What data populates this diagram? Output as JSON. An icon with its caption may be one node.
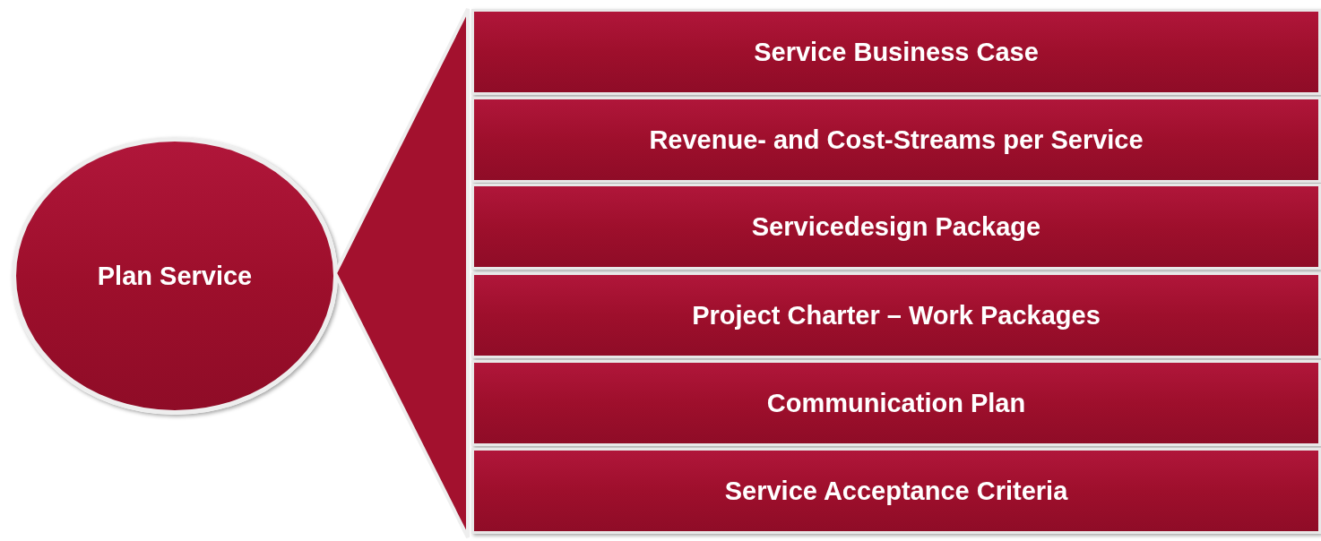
{
  "diagram": {
    "nodes": [
      {
        "text": [
          "Plan Service"
        ]
      },
      {
        "text": [],
        "shape": "funnel"
      },
      {
        "text": [
          "Service Business Case"
        ]
      },
      {
        "text": [
          "Revenue- and Cost-Streams per Service"
        ]
      },
      {
        "text": [
          "Servicedesign Package"
        ]
      },
      {
        "text": [
          "Project Charter – Work Packages"
        ]
      },
      {
        "text": [
          "Communication Plan"
        ]
      },
      {
        "text": [
          "Service Acceptance Criteria"
        ]
      }
    ]
  }
}
